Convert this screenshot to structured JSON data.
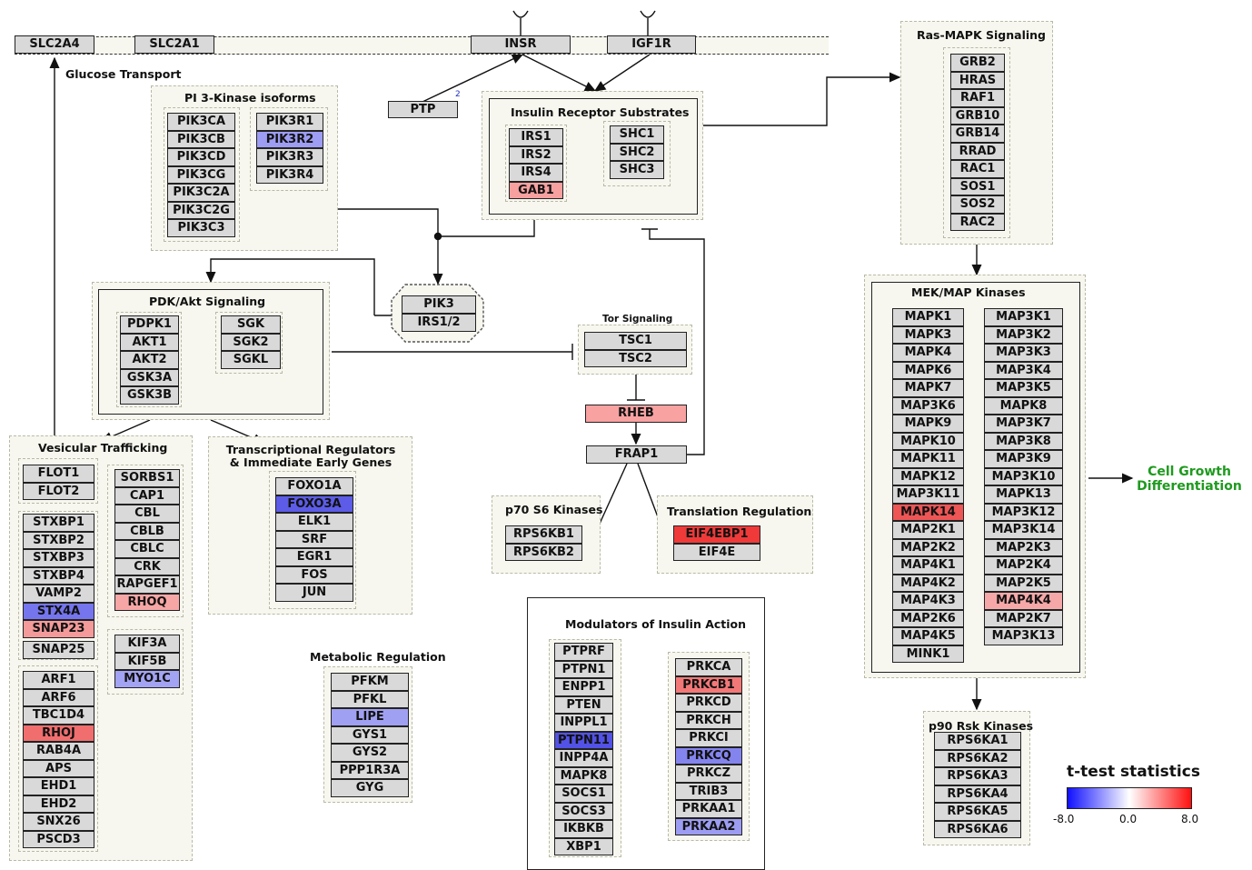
{
  "membrane_genes": [
    "SLC2A4",
    "SLC2A1",
    "INSR",
    "IGF1R"
  ],
  "glucose_transport_label": "Glucose Transport",
  "ptp": {
    "label": "PTP",
    "superscript": "2"
  },
  "groups": {
    "pi3k": {
      "title": "PI 3-Kinase isoforms",
      "left": [
        "PIK3CA",
        "PIK3CB",
        "PIK3CD",
        "PIK3CG",
        "PIK3C2A",
        "PIK3C2G",
        "PIK3C3"
      ],
      "right": [
        "PIK3R1",
        "PIK3R2",
        "PIK3R3",
        "PIK3R4"
      ]
    },
    "irs": {
      "title": "Insulin Receptor Substrates",
      "left": [
        "IRS1",
        "IRS2",
        "IRS4",
        "GAB1"
      ],
      "right": [
        "SHC1",
        "SHC2",
        "SHC3"
      ]
    },
    "pik3_complex": [
      "PIK3",
      "IRS1/2"
    ],
    "pdk": {
      "title": "PDK/Akt Signaling",
      "left": [
        "PDPK1",
        "AKT1",
        "AKT2",
        "GSK3A",
        "GSK3B"
      ],
      "right": [
        "SGK",
        "SGK2",
        "SGKL"
      ]
    },
    "tor": {
      "title": "Tor Signaling",
      "genes": [
        "TSC1",
        "TSC2"
      ]
    },
    "rheb": "RHEB",
    "frap1": "FRAP1",
    "p70": {
      "title": "p70 S6 Kinases",
      "genes": [
        "RPS6KB1",
        "RPS6KB2"
      ]
    },
    "translation": {
      "title": "Translation Regulation",
      "genes": [
        "EIF4EBP1",
        "EIF4E"
      ]
    },
    "vesicular": {
      "title": "Vesicular Trafficking",
      "col1a": [
        "FLOT1",
        "FLOT2"
      ],
      "col1b": [
        "STXBP1",
        "STXBP2",
        "STXBP3",
        "STXBP4",
        "VAMP2",
        "STX4A",
        "SNAP23",
        "SNAP25"
      ],
      "col1c": [
        "ARF1",
        "ARF6",
        "TBC1D4",
        "RHOJ",
        "RAB4A",
        "APS",
        "EHD1",
        "EHD2",
        "SNX26",
        "PSCD3"
      ],
      "col2a": [
        "SORBS1",
        "CAP1",
        "CBL",
        "CBLB",
        "CBLC",
        "CRK",
        "RAPGEF1",
        "RHOQ"
      ],
      "col2b": [
        "KIF3A",
        "KIF5B",
        "MYO1C"
      ]
    },
    "transcription": {
      "title": "Transcriptional Regulators & Immediate Early Genes",
      "genes": [
        "FOXO1A",
        "FOXO3A",
        "ELK1",
        "SRF",
        "EGR1",
        "FOS",
        "JUN"
      ]
    },
    "metabolic": {
      "title": "Metabolic Regulation",
      "genes": [
        "PFKM",
        "PFKL",
        "LIPE",
        "GYS1",
        "GYS2",
        "PPP1R3A",
        "GYG"
      ]
    },
    "modulators": {
      "title": "Modulators of Insulin Action",
      "left": [
        "PTPRF",
        "PTPN1",
        "ENPP1",
        "PTEN",
        "INPPL1",
        "PTPN11",
        "INPP4A",
        "MAPK8",
        "SOCS1",
        "SOCS3",
        "IKBKB",
        "XBP1"
      ],
      "right": [
        "PRKCA",
        "PRKCB1",
        "PRKCD",
        "PRKCH",
        "PRKCI",
        "PRKCQ",
        "PRKCZ",
        "TRIB3",
        "PRKAA1",
        "PRKAA2"
      ]
    },
    "ras": {
      "title": "Ras-MAPK Signaling",
      "genes": [
        "GRB2",
        "HRAS",
        "RAF1",
        "GRB10",
        "GRB14",
        "RRAD",
        "RAC1",
        "SOS1",
        "SOS2",
        "RAC2"
      ]
    },
    "mek": {
      "title": "MEK/MAP Kinases",
      "left": [
        "MAPK1",
        "MAPK3",
        "MAPK4",
        "MAPK6",
        "MAPK7",
        "MAP3K6",
        "MAPK9",
        "MAPK10",
        "MAPK11",
        "MAPK12",
        "MAP3K11",
        "MAPK14",
        "MAP2K1",
        "MAP2K2",
        "MAP4K1",
        "MAP4K2",
        "MAP4K3",
        "MAP2K6",
        "MAP4K5",
        "MINK1"
      ],
      "right": [
        "MAP3K1",
        "MAP3K2",
        "MAP3K3",
        "MAP3K4",
        "MAP3K5",
        "MAPK8",
        "MAP3K7",
        "MAP3K8",
        "MAP3K9",
        "MAP3K10",
        "MAPK13",
        "MAP3K12",
        "MAP3K14",
        "MAP2K3",
        "MAP2K4",
        "MAP2K5",
        "MAP4K4",
        "MAP2K7",
        "MAP3K13"
      ]
    },
    "p90": {
      "title": "p90 Rsk Kinases",
      "genes": [
        "RPS6KA1",
        "RPS6KA2",
        "RPS6KA3",
        "RPS6KA4",
        "RPS6KA5",
        "RPS6KA6"
      ]
    }
  },
  "output_label": "Cell Growth Differentiation",
  "gene_colors": {
    "PIK3R2": "#9d9df4",
    "GAB1": "#f6a0a0",
    "RHEB": "#f8a2a2",
    "EIF4EBP1": "#f03a3a",
    "STX4A": "#7575ee",
    "SNAP23": "#f49a9a",
    "RHOJ": "#f06e6e",
    "RHOQ": "#f7a6a6",
    "MYO1C": "#a3a3f3",
    "FOXO3A": "#5c5ce8",
    "LIPE": "#a0a0f2",
    "PTPN11": "#5252e6",
    "PRKCB1": "#f27878",
    "PRKCQ": "#8484ef",
    "PRKAA2": "#9c9cf2",
    "MAPK14": "#ee5555",
    "MAP4K4": "#f6a8a8"
  },
  "default_gene_color": "#d9d9d9",
  "legend": {
    "title": "t-test statistics",
    "min": "-8.0",
    "mid": "0.0",
    "max": "8.0"
  }
}
